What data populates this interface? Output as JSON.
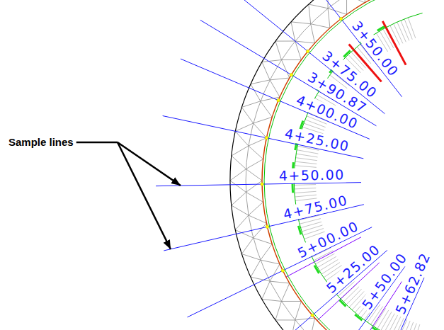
{
  "diagram": {
    "labels": [
      "Sample lines",
      "3+50.00",
      "3+75.00",
      "3+90.87",
      "4+00.00",
      "4+25.00",
      "4+50.00",
      "4+75.00",
      "5+00.00",
      "5+25.00",
      "5+50.00",
      "5+62.82"
    ]
  }
}
